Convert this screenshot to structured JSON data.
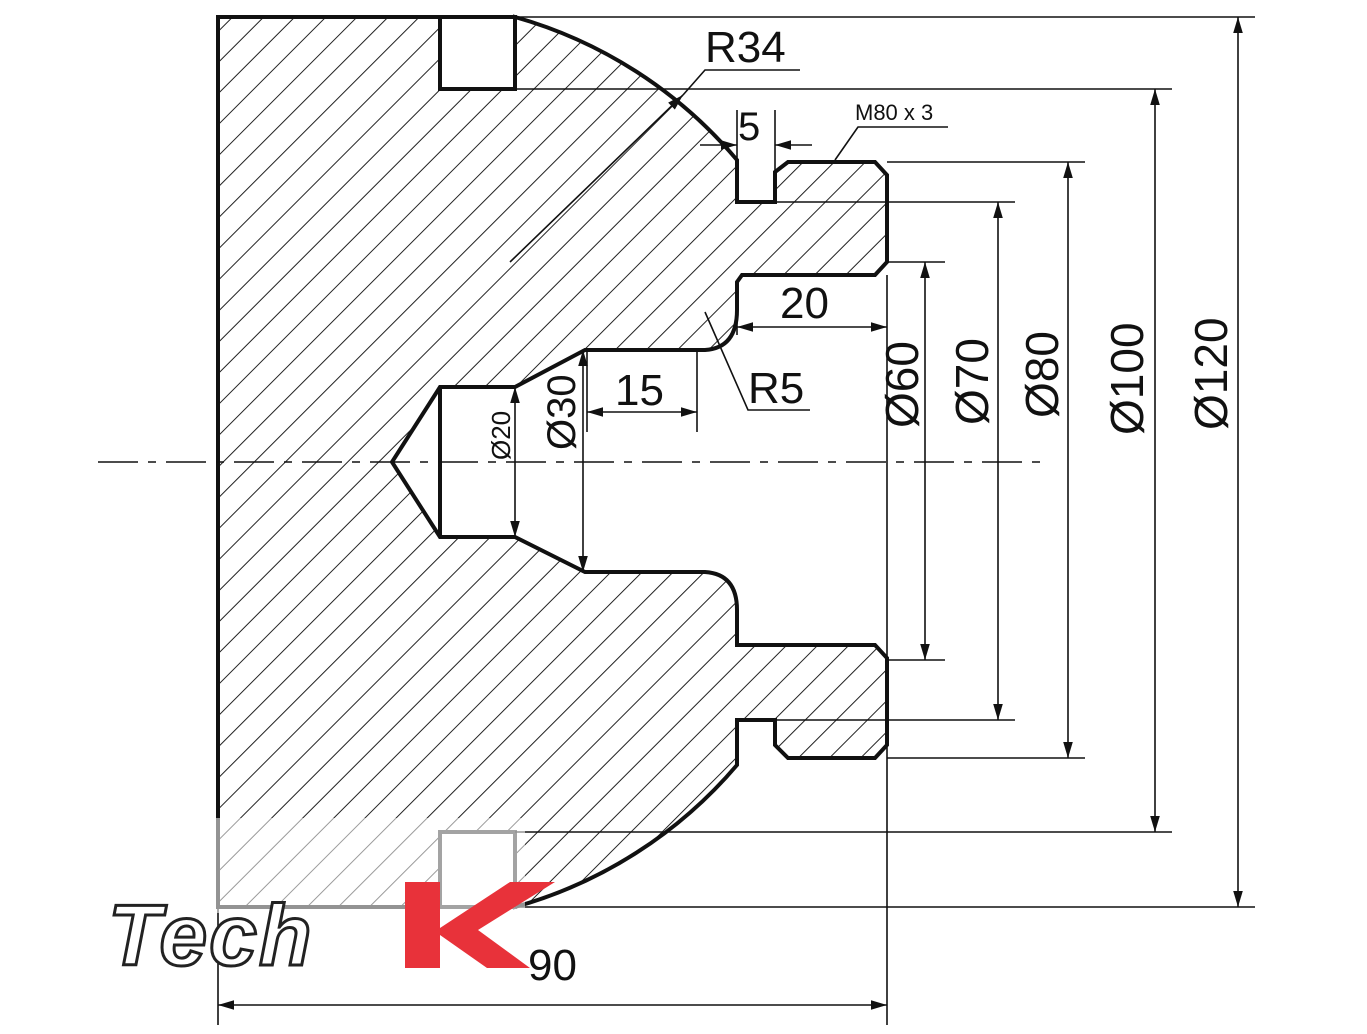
{
  "drawing": {
    "title": "Turned part section drawing",
    "colors": {
      "line": "#111111",
      "hatch": "#222222",
      "background": "#ffffff",
      "logo_red": "#e8323a",
      "logo_dark": "#222222"
    },
    "dimensions": {
      "r34": "R34",
      "groove_width": "5",
      "thread": "M80 x 3",
      "length_20": "20",
      "radius_r5": "R5",
      "length_15": "15",
      "dia_20": "Ø20",
      "dia_30": "Ø30",
      "dia_60": "Ø60",
      "dia_70": "Ø70",
      "dia_80": "Ø80",
      "dia_100": "Ø100",
      "dia_120": "Ø120",
      "overall_length": "90"
    }
  },
  "watermark": {
    "text_tech": "Tech",
    "text_k": "K"
  }
}
